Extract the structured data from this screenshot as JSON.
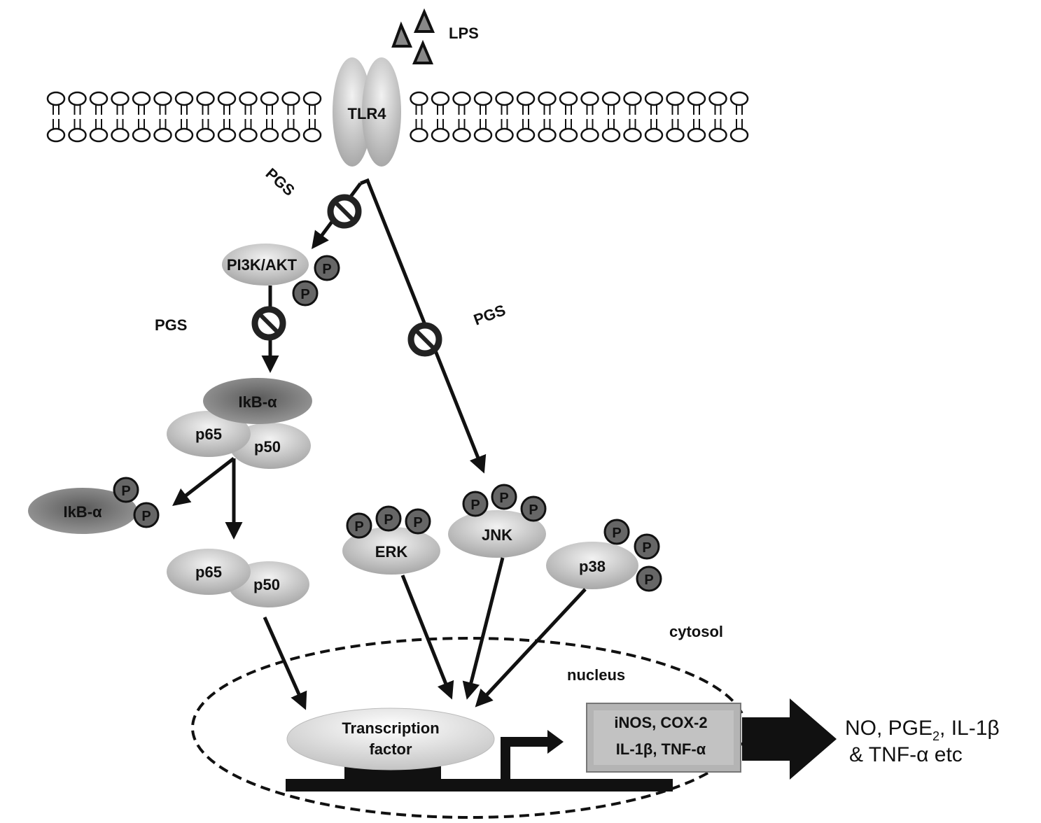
{
  "labels": {
    "lps": "LPS",
    "tlr4": "TLR4",
    "pgs_1": "PGS",
    "pgs_2": "PGS",
    "pgs_3": "PGS",
    "pi3k_akt": "PI3K/AKT",
    "ikb_alpha": "IkB-α",
    "ikb_alpha_p": "IkB-α",
    "p65_a": "p65",
    "p50_a": "p50",
    "p65_b": "p65",
    "p50_b": "p50",
    "erk": "ERK",
    "jnk": "JNK",
    "p38": "p38",
    "phospho": "P",
    "cytosol": "cytosol",
    "nucleus": "nucleus",
    "tf_line1": "Transcription",
    "tf_line2": "factor",
    "genes_line1": "iNOS, COX-2",
    "genes_line2": "IL-1β, TNF-α",
    "output_line1_prefix": "NO, PGE",
    "output_line1_sub": "2",
    "output_line1_suffix": ", IL-1β",
    "output_line2": "& TNF-α etc"
  },
  "colors": {
    "dark_protein": "#6b6b6b",
    "light_protein": "#d2d2d2",
    "phospho_fill": "#666666",
    "gene_box": "#b4b4b4",
    "arrow": "#111111"
  }
}
